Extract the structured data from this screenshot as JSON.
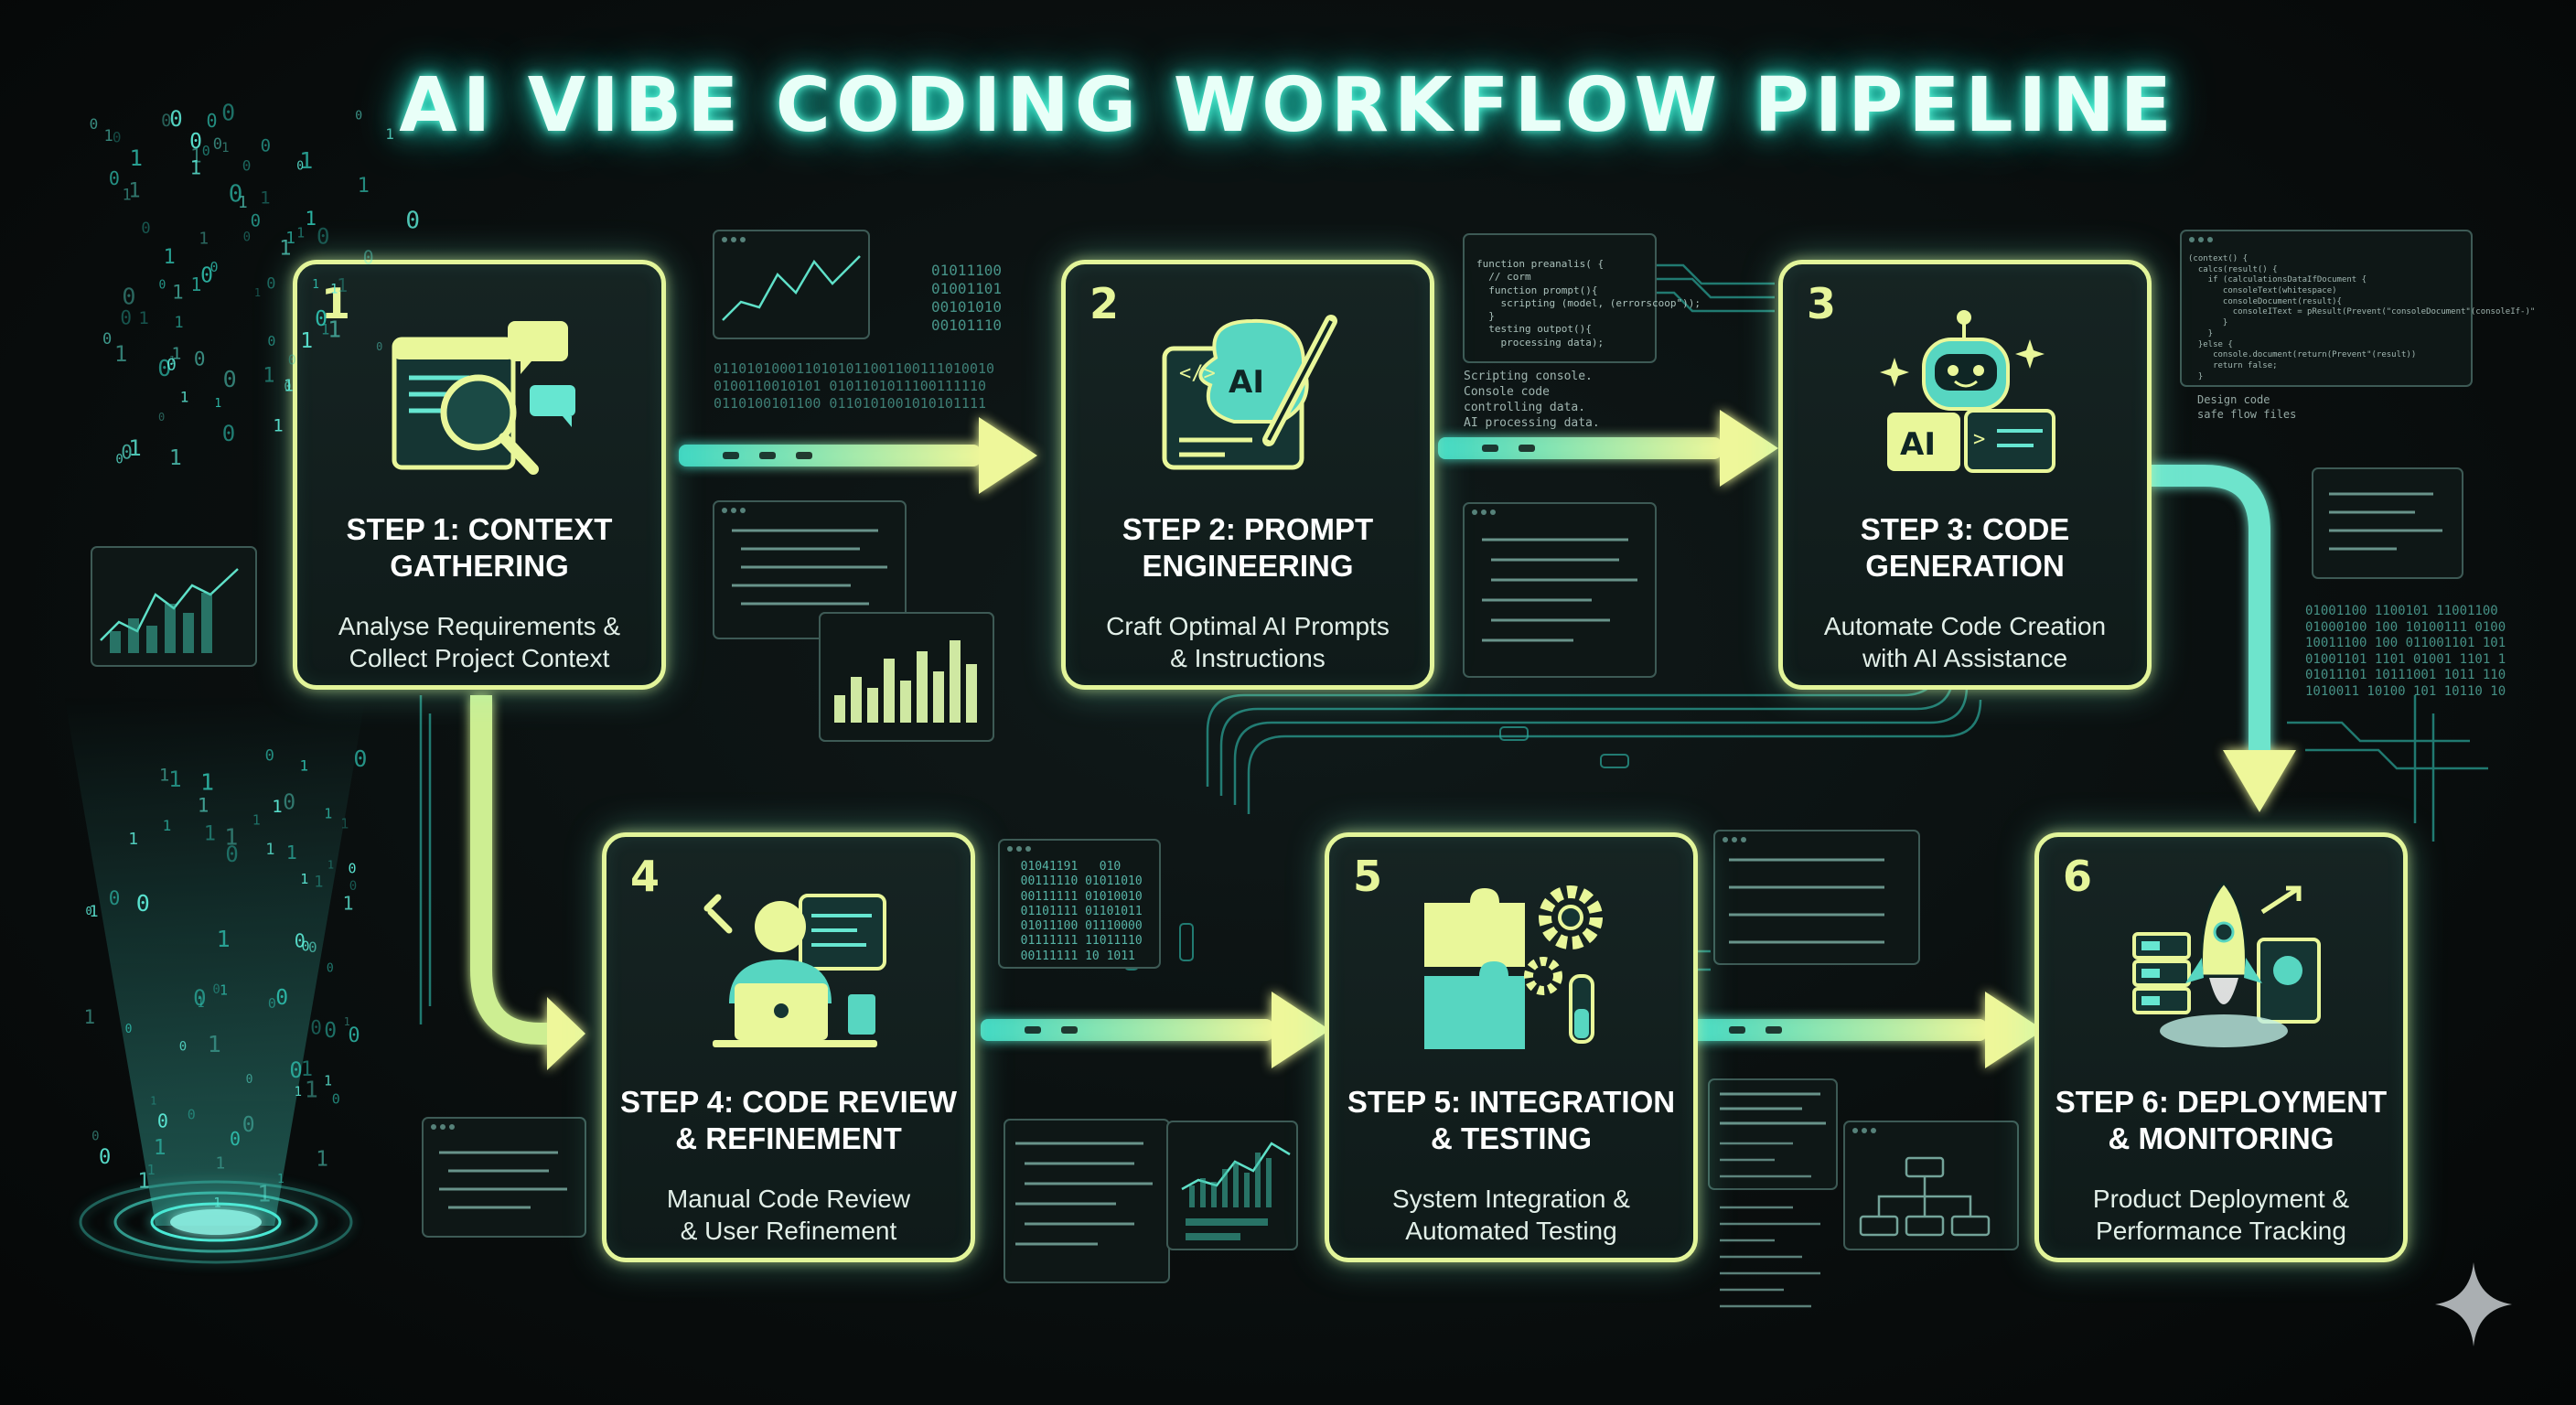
{
  "title": "AI VIBE CODING WORKFLOW PIPELINE",
  "steps": [
    {
      "number": "1",
      "title": "STEP 1: CONTEXT\nGATHERING",
      "desc": "Analyse Requirements &\nCollect Project Context",
      "icon": "magnifier-document-icon"
    },
    {
      "number": "2",
      "title": "STEP 2: PROMPT\nENGINEERING",
      "desc": "Craft Optimal AI Prompts\n& Instructions",
      "icon": "ai-brain-pencil-icon"
    },
    {
      "number": "3",
      "title": "STEP 3: CODE\nGENERATION",
      "desc": "Automate Code Creation\nwith AI Assistance",
      "icon": "robot-code-icon"
    },
    {
      "number": "4",
      "title": "STEP 4: CODE REVIEW\n& REFINEMENT",
      "desc": "Manual Code Review\n& User Refinement",
      "icon": "developer-laptop-icon"
    },
    {
      "number": "5",
      "title": "STEP 5: INTEGRATION\n& TESTING",
      "desc": "System Integration &\nAutomated Testing",
      "icon": "puzzle-gears-icon"
    },
    {
      "number": "6",
      "title": "STEP 6: DEPLOYMENT\n& MONITORING",
      "desc": "Product Deployment &\nPerformance Tracking",
      "icon": "rocket-launch-icon"
    }
  ],
  "decor": {
    "binary_a": "01011100\n01001101\n00101010\n00101110",
    "binary_b": "0110101000110101011001100111010010\n0100110010101 0101101011100111110\n0110100101100 0110101001010101111",
    "code_fn": "function preanalis( {\n  // corm\n  function prompt(){\n    scripting (model, (errorscoop\"));\n  }\n  testing outpot(){\n    processing data);",
    "caption_mid": "Scripting console.\nConsole code\ncontrolling data.\nAI processing data.",
    "binary_right": "01001100 1100101 11001100\n01000100 100 10100111 0100\n10011100 100 011001101 101\n01001101 1101 01001 1101 1\n01011101 10111001 1011 110\n1010011 10100 101 10110 10",
    "binary_step4": "  01041191   010\n  00111110 01011010\n  00111111 01010010\n  01101111 01101011\n  01011100 01110000\n  01111111 11011110\n  00111111 10 1011",
    "caption_right": "Design code\nsafe flow files",
    "code_top_right": "(context() {\n  calcs(result() {\n    if (calculationsDataIfDocument {\n       consoleText(whitespace)\n       consoleDocument(result){\n         consoleIText = pResult(Prevent(\"consoleDocument\"(consoleIf-)\"\n       }\n    }\n  }else {\n     console.document(return(Prevent\"(result))\n     return false;\n  }"
  }
}
